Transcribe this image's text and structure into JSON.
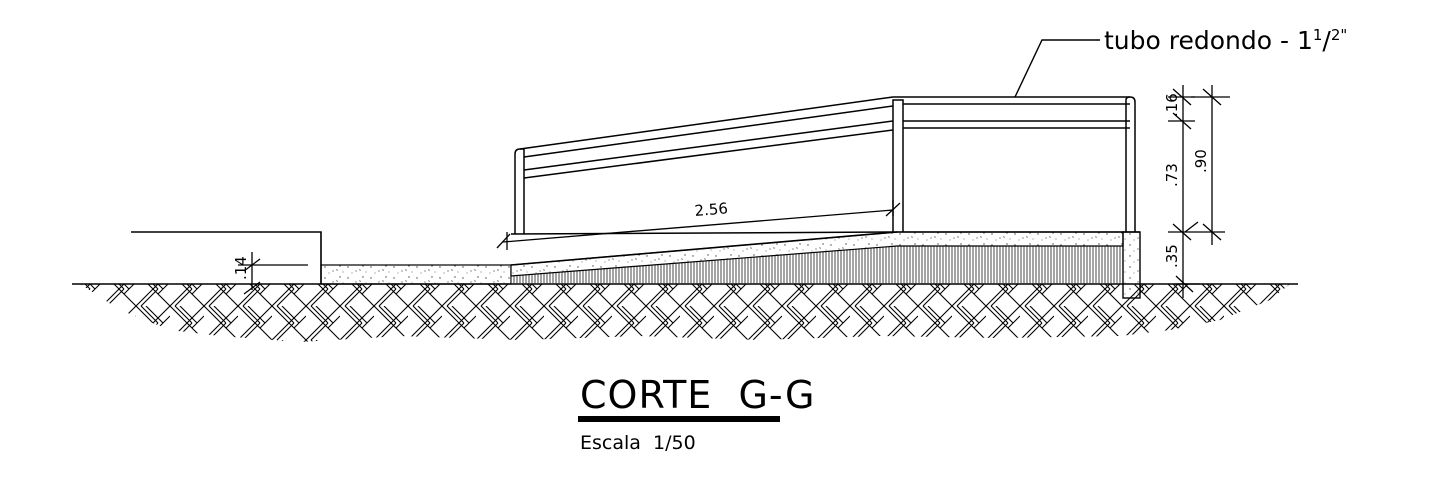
{
  "drawing": {
    "callout": {
      "text": "tubo redondo - 1",
      "sup1": "1",
      "slash": "/",
      "sup2": "2\""
    },
    "dimensions": {
      "ramp_length": "2.56",
      "curb_height": ".14",
      "rail_top_gap": ".16",
      "rail_height": ".73",
      "total_height": ".90",
      "platform_height": ".35"
    },
    "title": {
      "text": "CORTE  G-G",
      "scale": "Escala  1/50"
    }
  }
}
